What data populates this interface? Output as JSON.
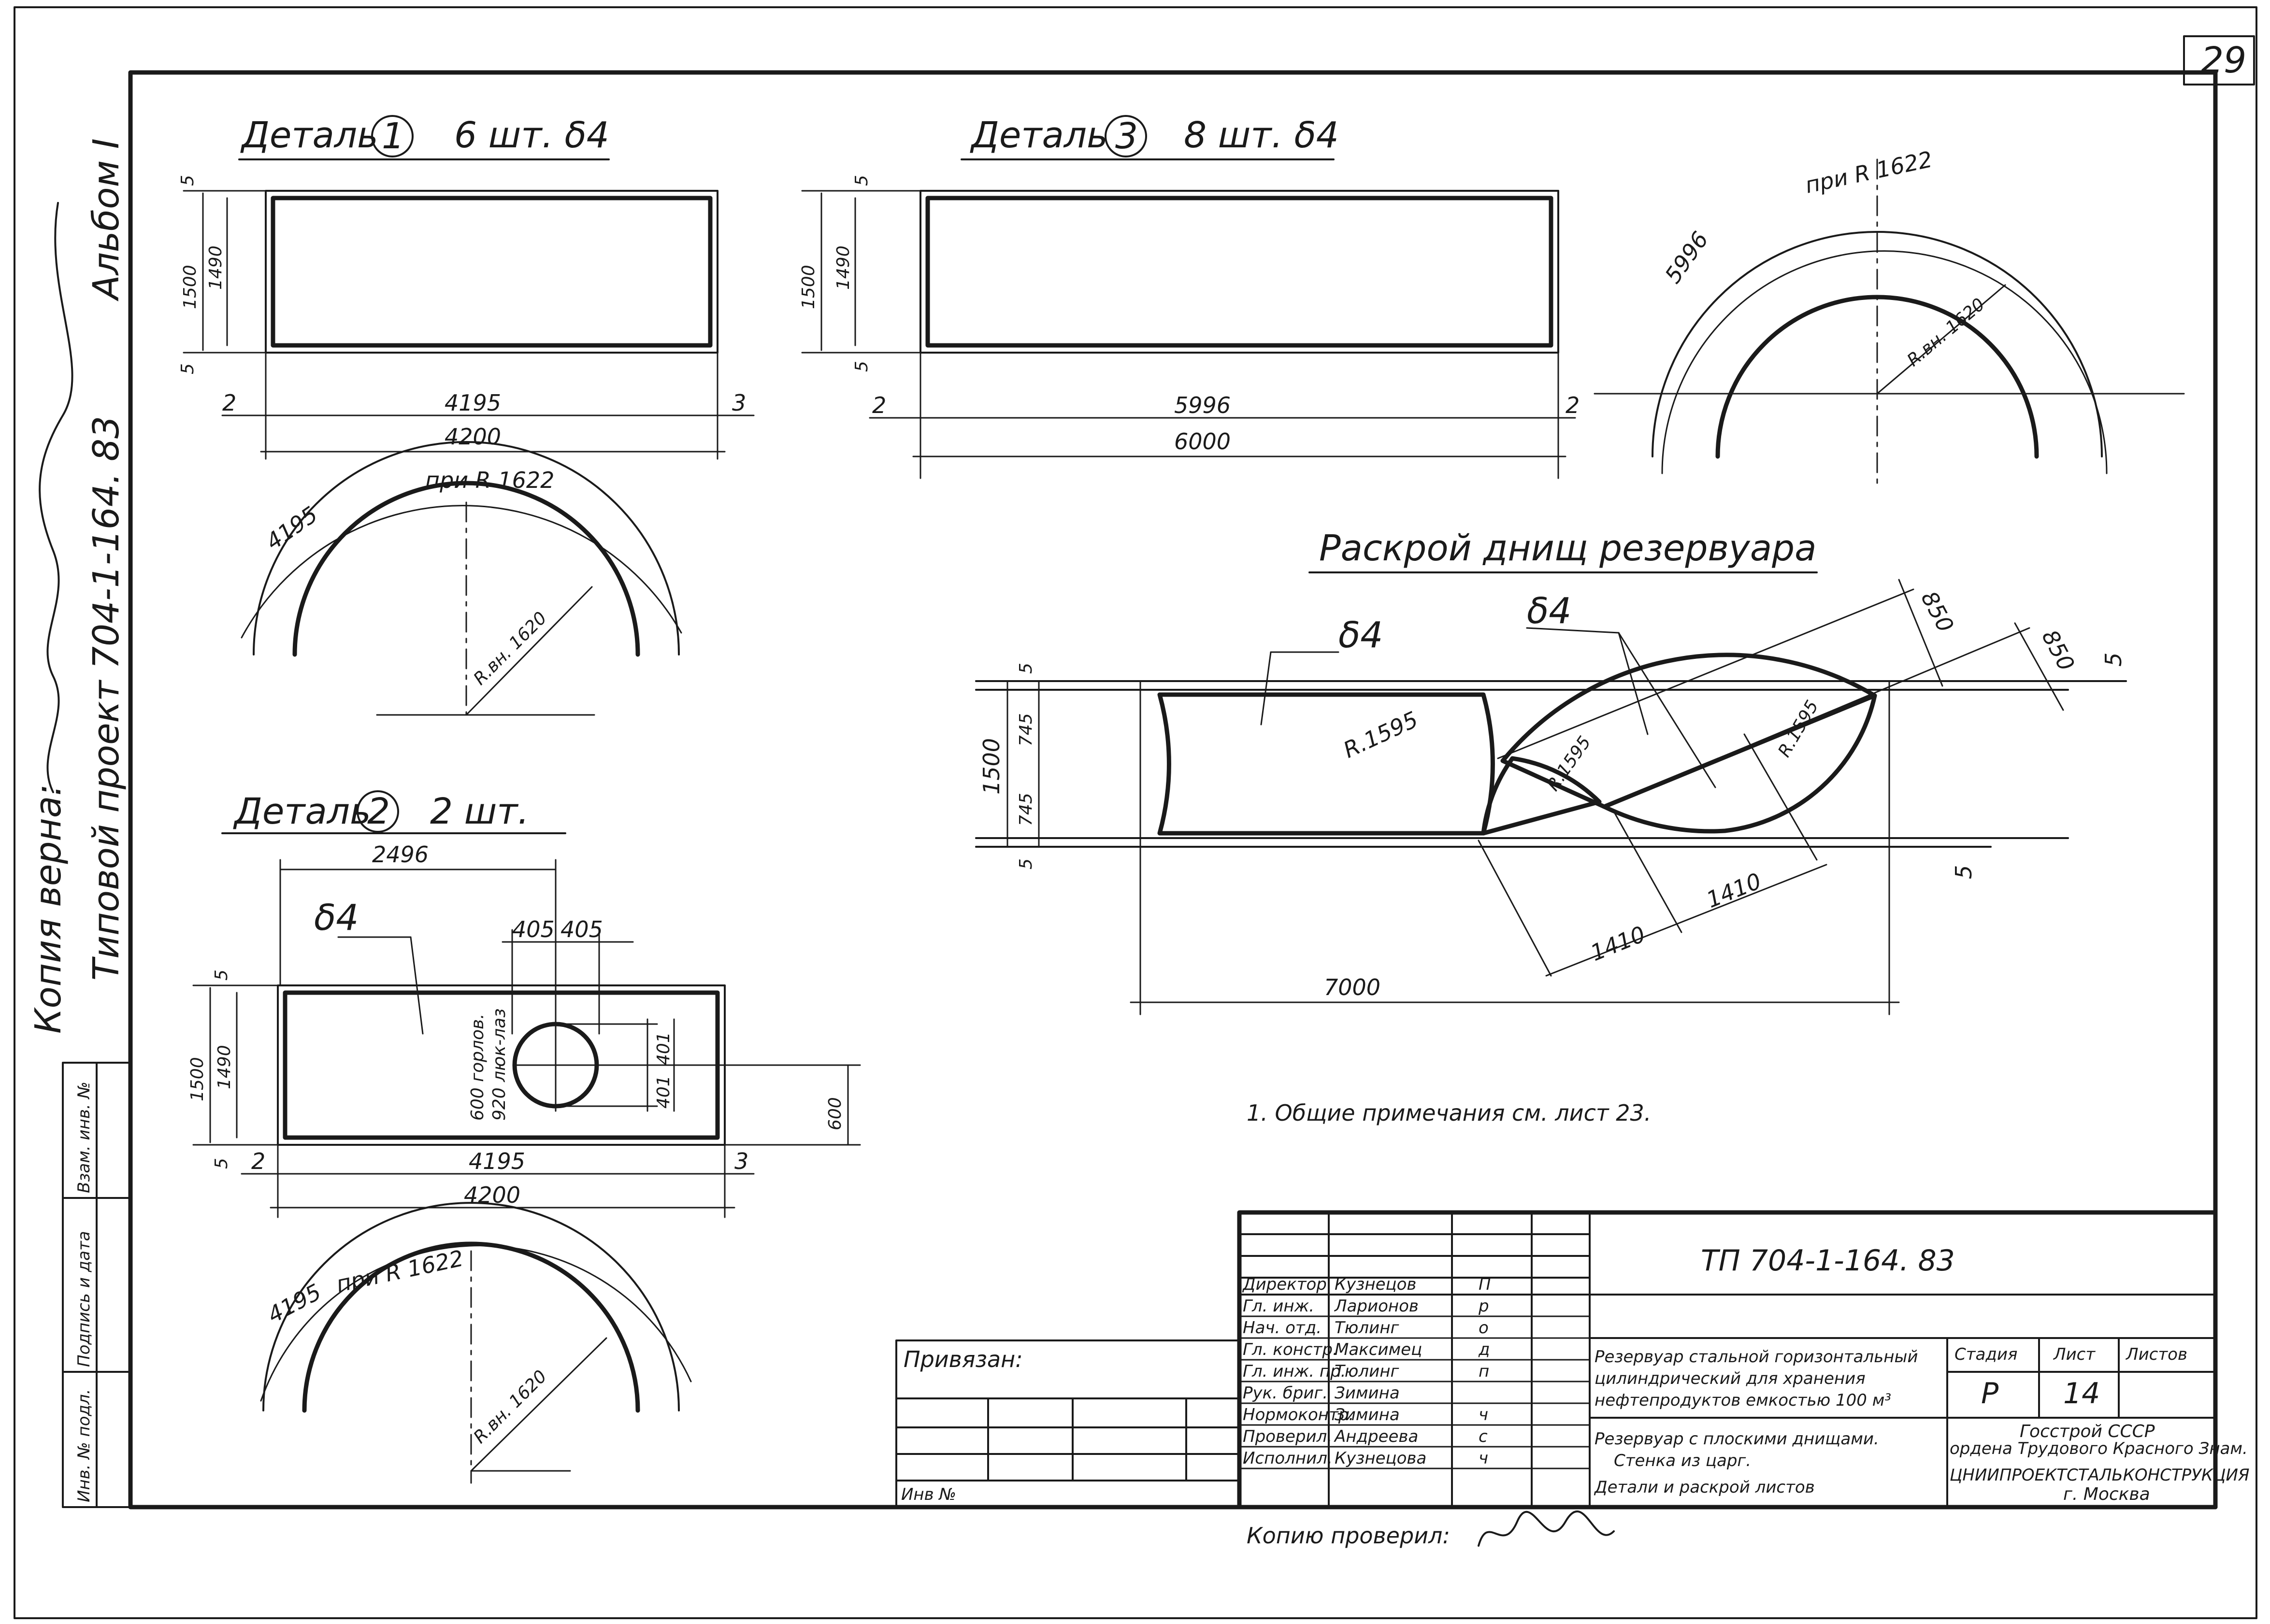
{
  "page_number": "29",
  "left_margin": {
    "album": "Альбом I",
    "project": "Типовой проект 704-1-164. 83",
    "copy_note": "Копия верна:",
    "stamp_cells": [
      "Взам. инв. №",
      "Подпись и дата",
      "Инв. № подл."
    ]
  },
  "detail1": {
    "title": "Деталь",
    "number": "1",
    "qty": "6 шт. δ4",
    "dims": {
      "h_total": "1500",
      "h_inner": "1490",
      "margin_top": "5",
      "margin_bot": "5",
      "len_inner": "4195",
      "len_total": "4200",
      "gap_left": "2",
      "gap_right": "3"
    },
    "arc": {
      "arc_len": "4195",
      "label": "при R 1622",
      "radius": "R.вн. 1620"
    }
  },
  "detail3": {
    "title": "Деталь",
    "number": "3",
    "qty": "8 шт. δ4",
    "dims": {
      "h_total": "1500",
      "h_inner": "1490",
      "margin_top": "5",
      "margin_bot": "5",
      "len_inner": "5996",
      "len_total": "6000",
      "gap_left": "2",
      "gap_right": "2"
    },
    "arc": {
      "arc_len": "5996",
      "label": "при R 1622",
      "radius": "R.вн. 1620"
    }
  },
  "detail2": {
    "title": "Деталь",
    "number": "2",
    "qty": "2 шт.",
    "thickness": "δ4",
    "dims": {
      "top_len": "2496",
      "h_total": "1500",
      "h_inner": "1490",
      "margin_top": "5",
      "margin_bot": "5",
      "len_inner": "4195",
      "len_total": "4200",
      "gap_left": "2",
      "gap_right": "3",
      "r1": "405",
      "r2": "405",
      "d1": "401",
      "d2": "401",
      "center": "600"
    },
    "hole_labels": [
      "600 горлов.",
      "920 люк-лаз"
    ],
    "arc": {
      "arc_len": "4195",
      "label": "при R 1622",
      "radius": "R.вн. 1620"
    }
  },
  "layout": {
    "title": "Раскрой днищ резервуара",
    "thickness_1": "δ4",
    "thickness_2": "δ4",
    "radius_1": "R.1595",
    "radius_2": "R.1595",
    "radius_3": "R.1595",
    "dims": {
      "h_total": "1500",
      "h1": "745",
      "h2": "745",
      "m_top": "5",
      "m_bot": "5",
      "m_right": "5",
      "m_right2": "5",
      "w_total": "7000",
      "d1": "1410",
      "d2": "1410",
      "e1": "850",
      "e2": "850"
    }
  },
  "note": "1. Общие примечания см. лист 23.",
  "title_block": {
    "code": "ТП 704-1-164. 83",
    "privyazan": "Привязан:",
    "inv": "Инв №",
    "staff": [
      {
        "role": "Директор",
        "name": "Кузнецов",
        "sign": "П"
      },
      {
        "role": "Гл. инж.",
        "name": "Ларионов",
        "sign": "р"
      },
      {
        "role": "Нач. отд.",
        "name": "Тюлинг",
        "sign": "о"
      },
      {
        "role": "Гл. констр.",
        "name": "Максимец",
        "sign": "д"
      },
      {
        "role": "Гл. инж. пр.",
        "name": "Тюлинг",
        "sign": "п"
      },
      {
        "role": "Рук. бриг.",
        "name": "Зимина",
        "sign": ""
      },
      {
        "role": "Нормоконтр.",
        "name": "Зимина",
        "sign": "ч"
      },
      {
        "role": "Проверил.",
        "name": "Андреева",
        "sign": "с"
      },
      {
        "role": "Исполнил.",
        "name": "Кузнецова",
        "sign": "ч"
      }
    ],
    "description": [
      "Резервуар стальной горизонтальный",
      "цилиндрический для хранения",
      "нефтепродуктов емкостью 100 м³"
    ],
    "stage_header": "Стадия",
    "sheet_header": "Лист",
    "sheets_header": "Листов",
    "stage": "Р",
    "sheet": "14",
    "sheets": "",
    "sheet_title": [
      "Резервуар с плоскими днищами.",
      "Стенка из царг.",
      "Детали и раскрой листов"
    ],
    "org": [
      "Госстрой СССР",
      "ордена Трудового Красного Знам.",
      "ЦНИИПРОЕКТСТАЛЬКОНСТРУКЦИЯ",
      "г. Москва"
    ],
    "copy_checked": "Копию проверил:"
  }
}
